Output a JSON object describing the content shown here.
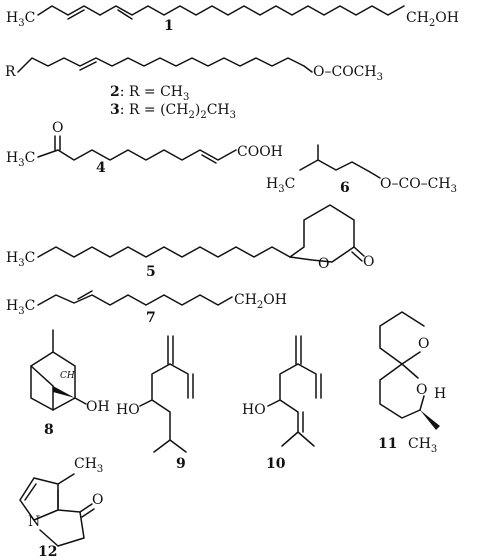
{
  "compounds": {
    "c1": {
      "number": "1",
      "left": {
        "a": "H",
        "b": "3",
        "c": "C"
      },
      "right": {
        "a": "CH",
        "b": "2",
        "c": "OH"
      }
    },
    "c23": {
      "number_2": "2",
      "number_3": "3",
      "r_label": "R",
      "ester": "O–COCH",
      "ester_sub": "3",
      "caption_2_a": ": R = CH",
      "caption_2_b": "3",
      "caption_3_a": ": R = (CH",
      "caption_3_b": "2",
      "caption_3_c": ")",
      "caption_3_d": "2",
      "caption_3_e": "CH",
      "caption_3_f": "3"
    },
    "c4": {
      "number": "4",
      "oxygen": "O",
      "left": {
        "a": "H",
        "b": "3",
        "c": "C"
      },
      "acid": "COOH"
    },
    "c6": {
      "number": "6",
      "left": {
        "a": "H",
        "b": "3",
        "c": "C"
      },
      "ester": "O–CO–CH",
      "ester_sub": "3"
    },
    "c5": {
      "number": "5",
      "left": {
        "a": "H",
        "b": "3",
        "c": "C"
      },
      "ring_o": "O",
      "carbonyl_o": "O"
    },
    "c7": {
      "number": "7",
      "left": {
        "a": "H",
        "b": "3",
        "c": "C"
      },
      "right": {
        "a": "CH",
        "b": "2",
        "c": "OH"
      }
    },
    "c8": {
      "number": "8",
      "oh": "OH",
      "ch_label": "CH"
    },
    "c9": {
      "number": "9",
      "oh": "HO"
    },
    "c10": {
      "number": "10",
      "oh": "HO"
    },
    "c11": {
      "number": "11",
      "o1": "O",
      "o2": "O",
      "h": "H",
      "methyl": {
        "a": "CH",
        "b": "3"
      }
    },
    "c12": {
      "number": "12",
      "n": "N",
      "o": "O",
      "methyl": {
        "a": "CH",
        "b": "3"
      }
    }
  }
}
